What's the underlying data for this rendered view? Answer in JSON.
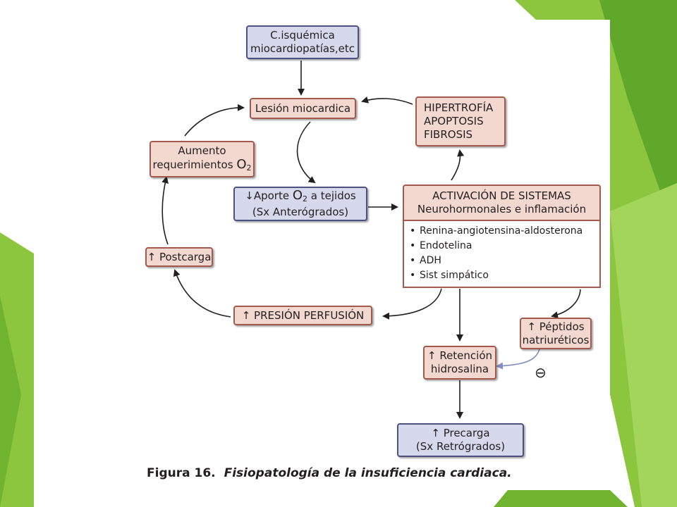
{
  "colors": {
    "slide_green": "#8cc63f",
    "slide_green_dark": "#5fa82a",
    "box_fill": "#f3d8cf",
    "box_border": "#a35a4c",
    "blue_fill": "#d6d9ec",
    "blue_border": "#4c5180",
    "inhibit_arrow": "#7f8fbf"
  },
  "diagram": {
    "cause": {
      "line1": "C.isquémica",
      "line2": "miocardiopatías,etc"
    },
    "lesion": {
      "label": "Lesión miocardica"
    },
    "remodeling": {
      "line1": "HIPERTROFÍA",
      "line2": "APOPTOSIS",
      "line3": "FIBROSIS"
    },
    "o2_demand": {
      "line1": "Aumento",
      "line2_pre": "requerimientos ",
      "o2_letter": "O",
      "o2_sub": "2"
    },
    "o2_supply": {
      "arrow": "↓",
      "pre": "Aporte ",
      "o2_letter": "O",
      "o2_sub": "2",
      "post": " a tejidos",
      "line2": "(Sx Anterógrados)"
    },
    "activation": {
      "line1": "ACTIVACIÓN DE SISTEMAS",
      "line2": "Neurohormonales e inflamación",
      "items": [
        "Renina-angiotensina-aldosterona",
        "Endotelina",
        "ADH",
        "Sist simpático"
      ]
    },
    "afterload": {
      "label": "↑ Postcarga"
    },
    "perfusion": {
      "label": "↑ PRESIÓN PERFUSIÓN"
    },
    "peptides": {
      "line1": "↑ Péptidos",
      "line2": "natriuréticos"
    },
    "retention": {
      "line1": "↑ Retención",
      "line2": "hidrosalina"
    },
    "inhibit_symbol": "⊖",
    "preload": {
      "line1": "↑ Precarga",
      "line2": "(Sx Retrógrados)"
    }
  },
  "caption": {
    "number": "Figura 16.",
    "text": "Fisiopatología de la insuficiencia cardiaca."
  }
}
